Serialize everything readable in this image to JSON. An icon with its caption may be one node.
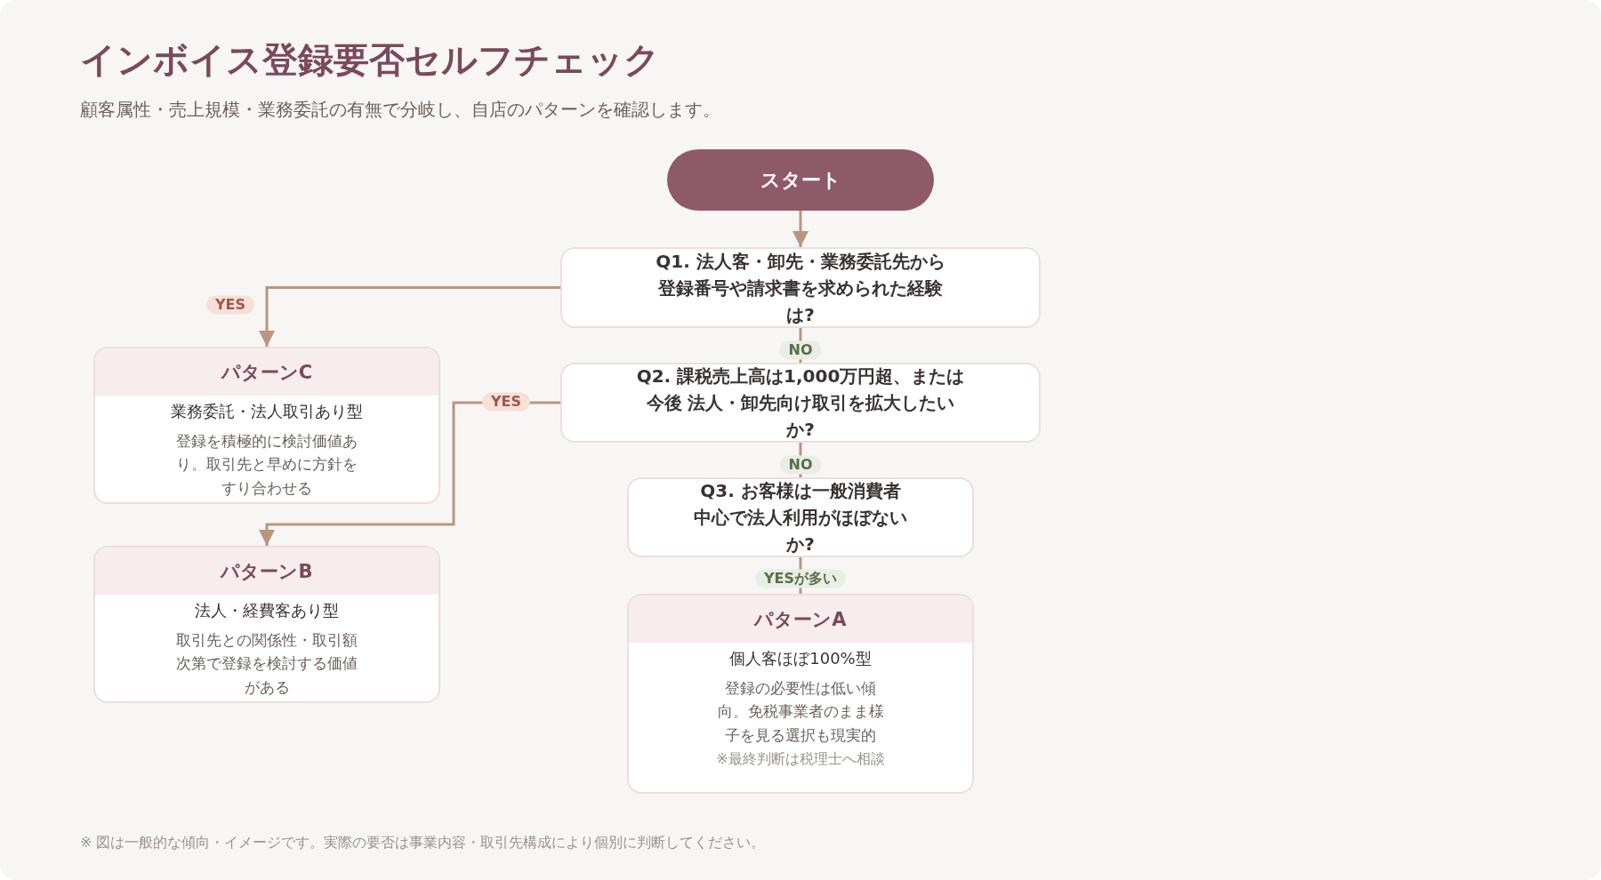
{
  "diagram": {
    "title": "インボイス登録要否セルフチェック",
    "nodes": [
      {
        "text": [
          "スタート"
        ]
      },
      {
        "text": [
          "Q1. 法人客・卸先・業務委託先から登録番号や請求書を求められた経験は?"
        ]
      },
      {
        "text": [
          "Q2. 課税売上高は1,000万円超、または今後 法人・卸先向け取引を拡大したいか?"
        ]
      },
      {
        "text": [
          "Q3. お客様は一般消費者中心で法人利用がほぼないか?"
        ]
      },
      {
        "text": [
          "パターンC",
          "業務委託・法人取引あり型",
          "登録を積極的に検討価値あり。取引先と早めに方針をすり合わせる"
        ]
      },
      {
        "text": [
          "パターンB",
          "法人・経費客あり型",
          "取引先との関係性・取引額次第で登録を検討する価値がある"
        ]
      },
      {
        "text": [
          "パターンA",
          "個人客ほぼ100%型",
          "登録の必要性は低い傾向。免税事業者のまま様子を見る選択も現実的",
          "※最終判断は税理士へ相談"
        ]
      }
    ],
    "edges": [
      {
        "from": 0,
        "to": 1,
        "arrow": "to"
      },
      {
        "from": 1,
        "to": 4,
        "arrow": "to",
        "label": "YES"
      },
      {
        "from": 1,
        "to": 2,
        "arrow": "none",
        "label": "NO"
      },
      {
        "from": 2,
        "to": 5,
        "arrow": "to",
        "label": "YES"
      },
      {
        "from": 2,
        "to": 3,
        "arrow": "none",
        "label": "NO"
      },
      {
        "from": 3,
        "to": 6,
        "arrow": "none",
        "label": "YESが多い"
      }
    ],
    "labels": [
      "顧客属性・売上規模・業務委託の有無で分岐し、自店のパターンを確認します。",
      "※ 図は一般的な傾向・イメージです。実際の要否は事業内容・取引先構成により個別に判断してください。"
    ]
  }
}
